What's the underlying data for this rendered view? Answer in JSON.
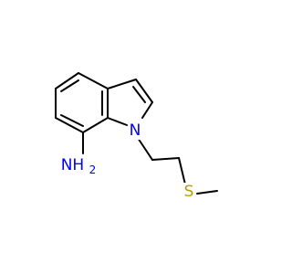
{
  "molecule": {
    "atoms": {
      "n1": {
        "label": "N",
        "color": "#0000ff"
      },
      "nh2": {
        "label": "NH",
        "subscript": "2",
        "color": "#0000ff"
      },
      "s": {
        "label": "S",
        "color": "#b3a100"
      }
    },
    "bond_color": "#000000",
    "background": "#ffffff"
  }
}
